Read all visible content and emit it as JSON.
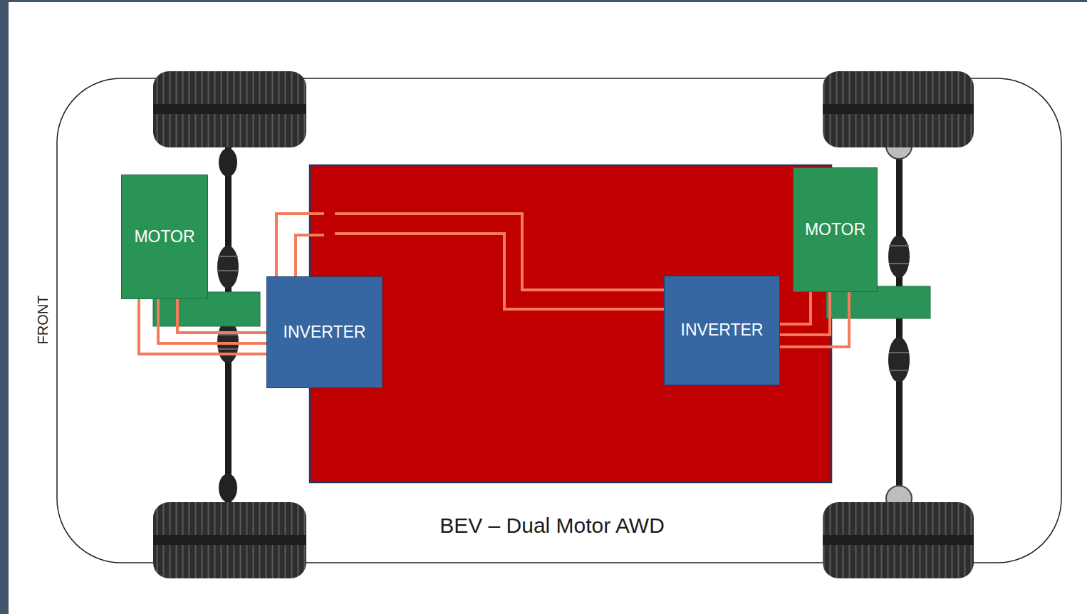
{
  "diagram": {
    "title": "BEV – Dual Motor AWD",
    "nodes": [
      {
        "text": [
          "MOTOR"
        ]
      },
      {
        "text": [
          "INVERTER"
        ]
      },
      {
        "text": [
          "INVERTER"
        ]
      },
      {
        "text": [
          "MOTOR"
        ]
      }
    ],
    "edges": [
      {
        "from": 0,
        "to": 1,
        "arrow": "none"
      },
      {
        "from": 2,
        "to": 3,
        "arrow": "none"
      }
    ],
    "labels": [
      "FRONT"
    ]
  }
}
